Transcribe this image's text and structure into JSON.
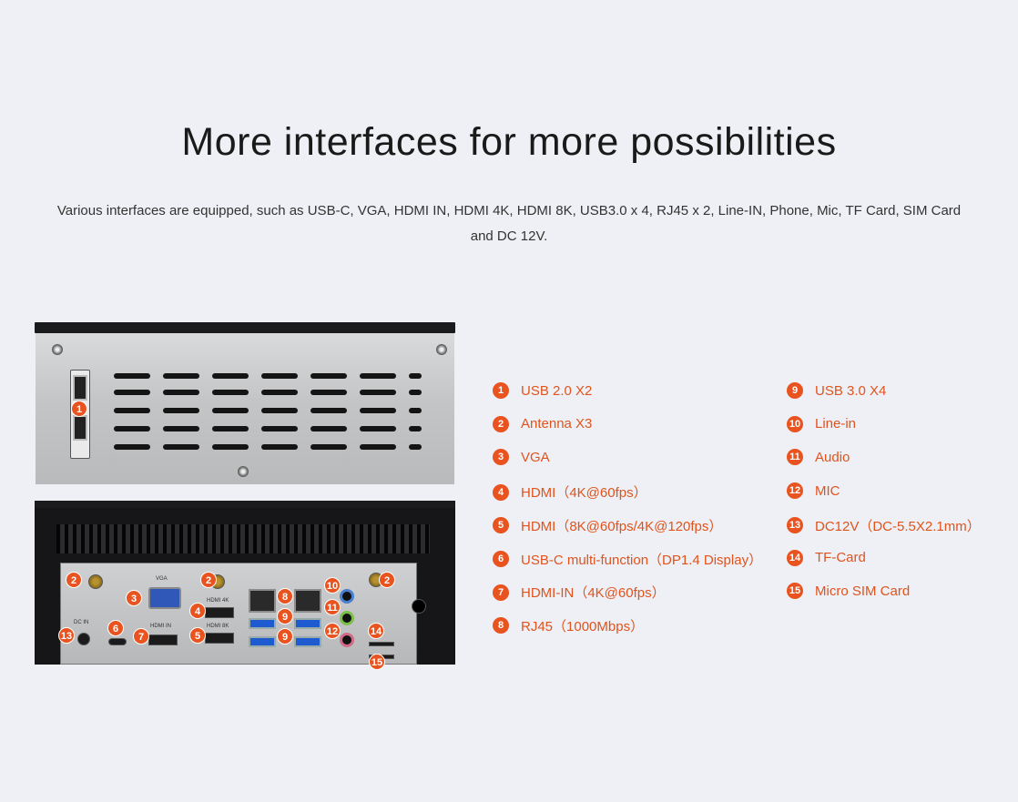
{
  "heading": "More interfaces for more possibilities",
  "description": "Various interfaces are equipped, such as USB-C, VGA, HDMI IN, HDMI 4K, HDMI 8K, USB3.0 x 4, RJ45 x 2, Line-IN, Phone, Mic, TF Card, SIM Card and DC 12V.",
  "legend_left": [
    {
      "num": "1",
      "label": "USB 2.0 X2"
    },
    {
      "num": "2",
      "label": "Antenna X3"
    },
    {
      "num": "3",
      "label": "VGA"
    },
    {
      "num": "4",
      "label": "HDMI（4K@60fps）"
    },
    {
      "num": "5",
      "label": "HDMI（8K@60fps/4K@120fps）"
    },
    {
      "num": "6",
      "label": "USB-C multi-function（DP1.4 Display）"
    },
    {
      "num": "7",
      "label": "HDMI-IN（4K@60fps）"
    },
    {
      "num": "8",
      "label": "RJ45（1000Mbps）"
    }
  ],
  "legend_right": [
    {
      "num": "9",
      "label": "USB 3.0 X4"
    },
    {
      "num": "10",
      "label": "Line-in"
    },
    {
      "num": "11",
      "label": "Audio"
    },
    {
      "num": "12",
      "label": "MIC"
    },
    {
      "num": "13",
      "label": "DC12V（DC-5.5X2.1mm）"
    },
    {
      "num": "14",
      "label": "TF-Card"
    },
    {
      "num": "15",
      "label": "Micro SIM Card"
    }
  ],
  "port_silkscreen": {
    "vga": "VGA",
    "hdmi4k": "HDMI 4K",
    "hdmiin": "HDMI IN",
    "hdmi8k": "HDMI 8K",
    "dcin": "DC IN"
  },
  "badge_color": "#e8531f",
  "label_color": "#e0531d"
}
